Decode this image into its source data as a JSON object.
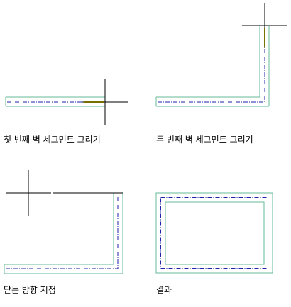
{
  "colors": {
    "wall_outline": "#66bb99",
    "centerline": "#2222aa",
    "highlight": "#f0e000",
    "crosshair": "#000000",
    "background": "#ffffff"
  },
  "panels": [
    {
      "caption": "첫 번째 벽 세그먼트 그리기"
    },
    {
      "caption": "두 번째 벽 세그먼트 그리기"
    },
    {
      "caption": "닫는 방향 지정"
    },
    {
      "caption": "결과"
    }
  ]
}
